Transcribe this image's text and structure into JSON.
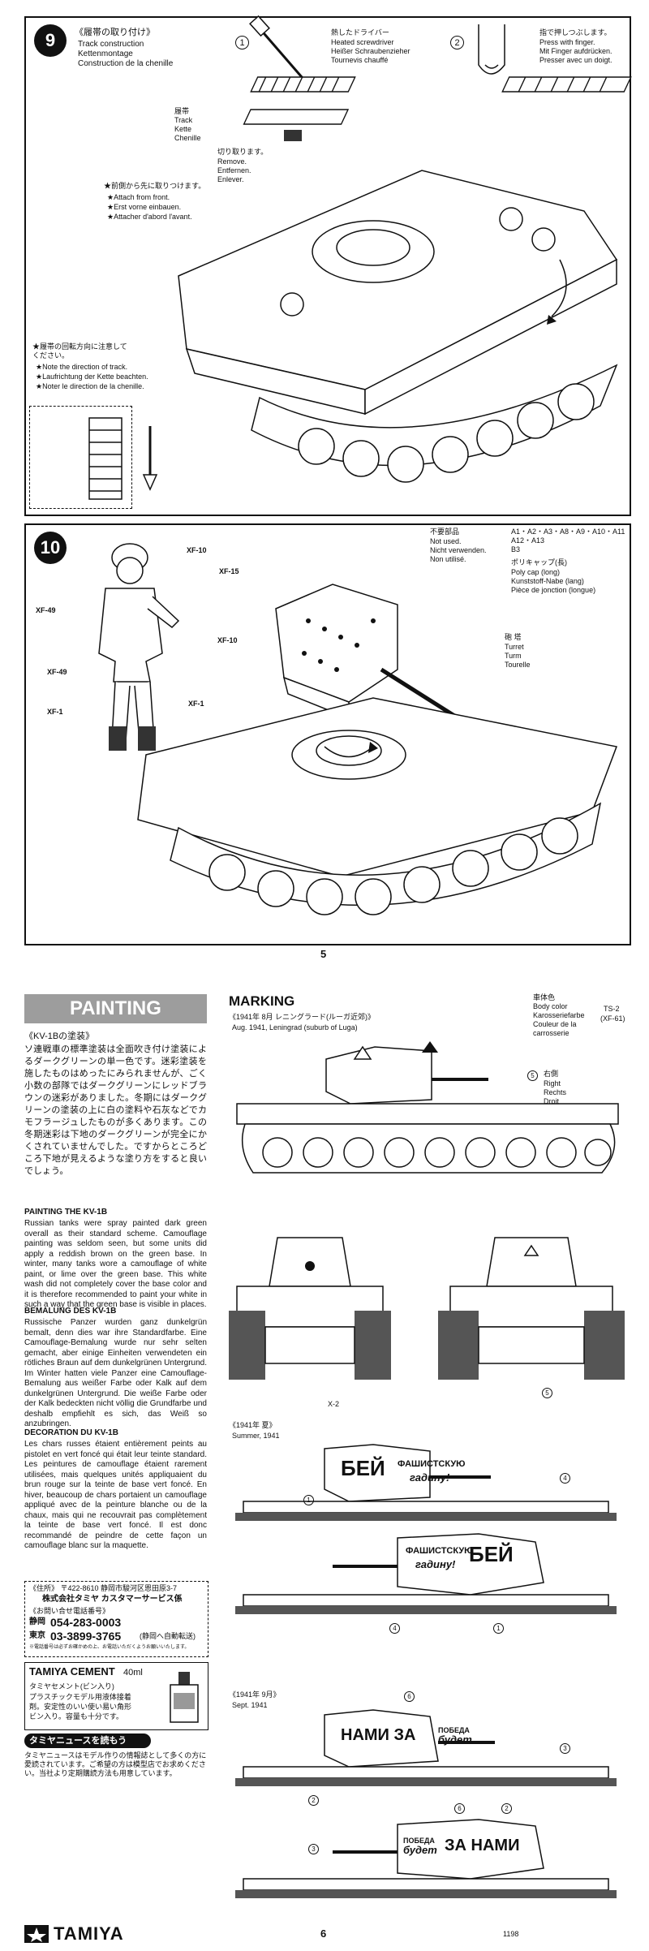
{
  "step9": {
    "number": "9",
    "title_jp": "《履帯の取り付け》",
    "title_en": "Track construction",
    "title_de": "Kettenmontage",
    "title_fr": "Construction de la chenille",
    "sub1_num": "1",
    "sub1_jp": "熱したドライバー",
    "sub1_en": "Heated screwdriver",
    "sub1_de": "Heißer Schraubenzieher",
    "sub1_fr": "Tournevis chauffé",
    "sub2_num": "2",
    "sub2_jp": "指で押しつぶします。",
    "sub2_en": "Press with finger.",
    "sub2_de": "Mit Finger aufdrücken.",
    "sub2_fr": "Presser avec un doigt.",
    "track_jp": "履帯",
    "track_en": "Track",
    "track_de": "Kette",
    "track_fr": "Chenille",
    "cut_jp": "切り取ります。",
    "cut_en": "Remove.",
    "cut_de": "Entfernen.",
    "cut_fr": "Enlever.",
    "attach_jp": "★前側から先に取りつけます。",
    "attach_en": "★Attach from front.",
    "attach_de": "★Erst vorne einbauen.",
    "attach_fr": "★Attacher d'abord l'avant.",
    "dir_jp": "★履帯の回転方向に注意して\nください。",
    "dir_en": "★Note the direction of track.",
    "dir_de": "★Laufrichtung der Kette beachten.",
    "dir_fr": "★Noter le direction de la chenille."
  },
  "step10": {
    "number": "10",
    "colors": {
      "c1": "XF-10",
      "c2": "XF-15",
      "c3": "XF-10",
      "c4": "XF-49",
      "c5": "XF-10",
      "c6": "XF-49",
      "c7": "XF-1",
      "c8": "XF-1"
    },
    "unused_jp": "不要部品",
    "unused_en": "Not used.",
    "unused_de": "Nicht verwenden.",
    "unused_fr": "Non utilisé.",
    "unused_parts": "A1・A2・A3・A8・A9・A10・A11\nA12・A13\nB3",
    "polycap_jp": "ポリキャップ(長)",
    "polycap_en": "Poly cap (long)",
    "polycap_de": "Kunststoff-Nabe (lang)",
    "polycap_fr": "Pièce de jonction (longue)",
    "turret_jp": "砲 塔",
    "turret_en": "Turret",
    "turret_de": "Turm",
    "turret_fr": "Tourelle"
  },
  "page5": "5",
  "page6": "6",
  "painting": {
    "banner": "PAINTING",
    "jp_title": "《KV-1Bの塗装》",
    "jp_body": "ソ連戦車の標準塗装は全面吹き付け塗装によるダークグリーンの単一色です。迷彩塗装を施したものはめったにみられませんが、ごく小数の部隊ではダークグリーンにレッドブラウンの迷彩がありました。冬期にはダークグリーンの塗装の上に白の塗料や石灰などでカモフラージュしたものが多くあります。この冬期迷彩は下地のダークグリーンが完全にかくされていませんでした。ですからところどころ下地が見えるような塗り方をすると良いでしょう。",
    "en_title": "PAINTING THE KV-1B",
    "en_body": "Russian tanks were spray painted dark green overall as their standard scheme. Camouflage painting was seldom seen, but some units did apply a reddish brown on the green base. In winter, many tanks wore a camouflage of white paint, or lime over the green base. This white wash did not completely cover the base color and it is therefore recommended to paint your white in such a way that the green base is visible in places.",
    "de_title": "BEMALUNG DES KV-1B",
    "de_body": "Russische Panzer wurden ganz dunkelgrün bemalt, denn dies war ihre Standardfarbe. Eine Camouflage-Bemalung wurde nur sehr selten gemacht, aber einige Einheiten verwendeten ein rötliches Braun auf dem dunkelgrünen Untergrund. Im Winter hatten viele Panzer eine Camouflage-Bemalung aus weißer Farbe oder Kalk auf dem dunkelgrünen Untergrund. Die weiße Farbe oder der Kalk bedeckten nicht völlig die Grundfarbe und deshalb empfiehlt es sich, das Weiß so anzubringen.",
    "fr_title": "DECORATION DU KV-1B",
    "fr_body": "Les chars russes étaient entièrement peints au pistolet en vert foncé qui était leur teinte standard. Les peintures de camouflage étaient rarement utilisées, mais quelques unités appliquaient du brun rouge sur la teinte de base vert foncé. En hiver, beaucoup de chars portaient un camouflage appliqué avec de la peinture blanche ou de la chaux, mais qui ne recouvrait pas complètement la teinte de base vert foncé. Il est donc recommandé de peindre de cette façon un camouflage blanc sur la maquette."
  },
  "contact": {
    "l1": "《住所》 〒422-8610 静岡市駿河区恩田原3-7",
    "l2": "株式会社タミヤ カスタマーサービス係",
    "l3": "《お問い合せ電話番号》",
    "l4_city": "静岡",
    "l4_num": "054-283-0003",
    "l5_city": "東京",
    "l5_num": "03-3899-3765",
    "l5_note": "(静岡へ自動転送)",
    "l6": "※電話番号は必ずお確かめの上、お電話いただくようお願いいたします。"
  },
  "cement": {
    "brand": "TAMIYA CEMENT",
    "size": "40ml",
    "jp1": "タミヤセメント(ビン入り)",
    "jp2": "プラスチックモデル用液体接着",
    "jp3": "剤。安定性のいい使い易い角形",
    "jp4": "ビン入り。容量も十分です。"
  },
  "news": {
    "title": "タミヤニュースを読もう",
    "body": "タミヤニュースはモデル作りの情報誌として多くの方に愛読されています。ご希望の方は模型店でお求めください。当社より定期購読方法も用意しています。"
  },
  "logo": "TAMIYA",
  "marking": {
    "title": "MARKING",
    "v1_jp": "《1941年 8月 レニングラード(ルーガ近郊)》",
    "v1_en": "Aug. 1941, Leningrad (suburb of Luga)",
    "body_jp": "車体色",
    "body_en": "Body color",
    "body_de": "Karosseriefarbe",
    "body_fr": "Couleur de la carrosserie",
    "body_code1": "TS-2",
    "body_code2": "(XF-61)",
    "r_num": "5",
    "r_jp": "右側",
    "r_en": "Right",
    "r_de": "Rechts",
    "r_fr": "Droit",
    "n5": "5",
    "x2": "X-2",
    "v2_jp": "《1941年 夏》",
    "v2_en": "Summer, 1941",
    "v3_jp": "《1941年 9月》",
    "v3_en": "Sept. 1941",
    "slogan_bei": "БЕЙ",
    "slogan_fash": "ФАШИСТСКУЮ",
    "slogan_gadinu": "гадину!",
    "slogan_nami": "НАМИ ЗА",
    "slogan_pobeda": "ПОБЕДА",
    "slogan_budet": "будет",
    "slogan_zanami": "ЗА НАМИ",
    "n1": "1",
    "n2": "2",
    "n3": "3",
    "n4": "4",
    "n6": "6",
    "code": "1198"
  }
}
